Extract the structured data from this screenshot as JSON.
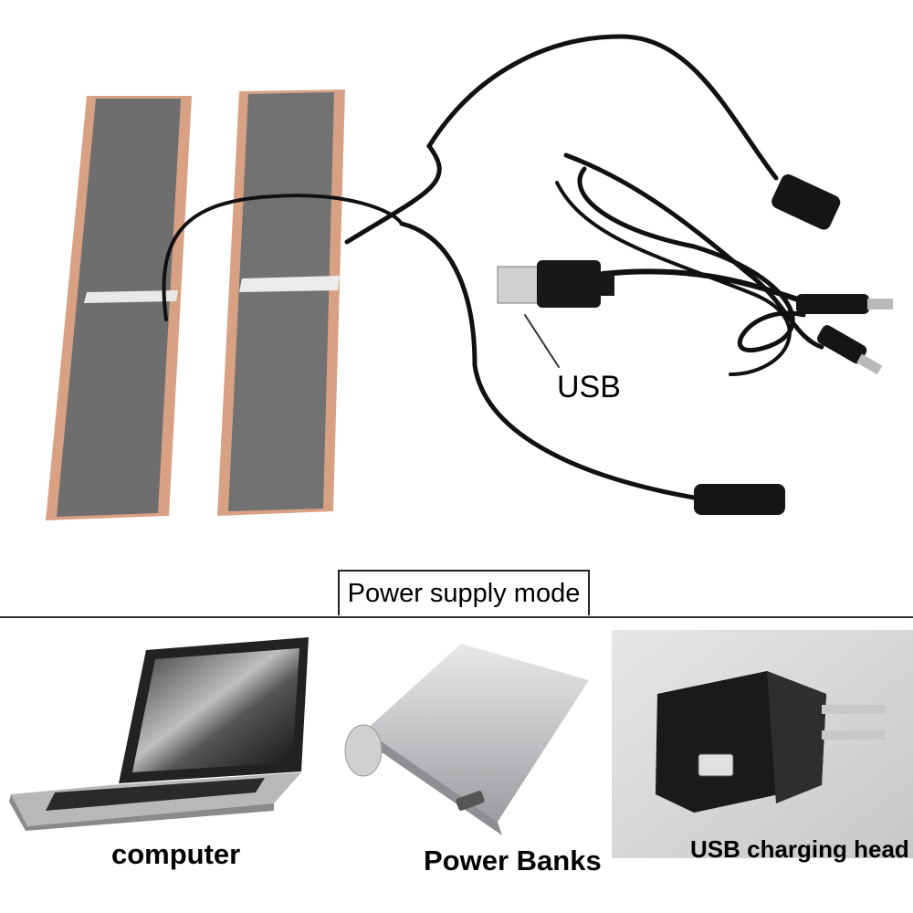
{
  "product_labels": {
    "usb": "USB",
    "power_supply_mode": "Power supply mode"
  },
  "power_sources": [
    {
      "label": "computer"
    },
    {
      "label": "Power Banks"
    },
    {
      "label": "USB charging head"
    }
  ],
  "colors": {
    "pad_felt": "#6e6e6e",
    "copper_strip": "#d9a184",
    "cable": "#111111",
    "charger_bg": "#d8d8d8",
    "power_bank": "#c9c9cc"
  }
}
